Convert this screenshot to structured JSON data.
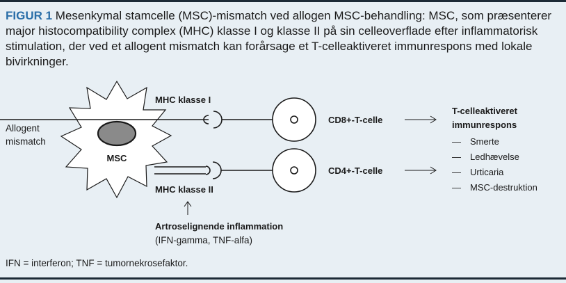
{
  "caption": {
    "label": "FIGUR 1",
    "text": " Mesenkymal stamcelle (MSC)-mismatch ved allogen MSC-behandling: MSC, som præsenterer major histocompatibility complex (MHC) klasse I og klasse II på sin celleoverflade efter inflammatorisk stimulation, der ved et allogent mismatch kan forårsage et T-celleaktiveret immunrespons med lokale bivirkninger."
  },
  "diagram": {
    "allogent_line1": "Allogent",
    "allogent_line2": "mismatch",
    "msc_label": "MSC",
    "mhc1_label": "MHC klasse I",
    "mhc2_label": "MHC klasse II",
    "cd8_label": "CD8+-T-celle",
    "cd4_label": "CD4+-T-celle",
    "response_title_line1": "T-celleaktiveret",
    "response_title_line2": "immunrespons",
    "response_items": [
      "Smerte",
      "Ledhævelse",
      "Urticaria",
      "MSC-destruktion"
    ],
    "inflammation_title": "Artroselignende inflammation",
    "inflammation_detail": "(IFN-gamma, TNF-alfa)",
    "arrow_glyph": "⟶",
    "up_arrow_glyph": "↑",
    "dash_glyph": "—"
  },
  "footnote": "IFN = interferon; TNF = tumornekrosefaktor.",
  "colors": {
    "background": "#e8eff4",
    "rule": "#1c2a36",
    "label_blue": "#2a6ea8",
    "nucleus_fill": "#8a8a8a"
  }
}
